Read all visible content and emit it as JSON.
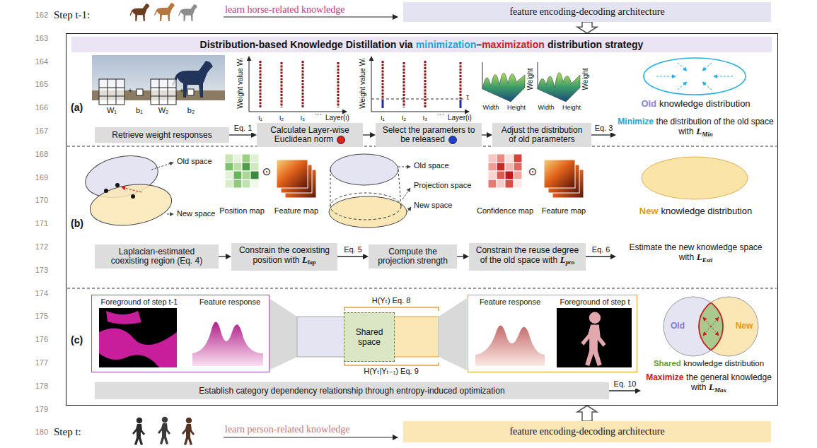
{
  "diagram": {
    "nodes": [
      {
        "text": [
          "feature encoding-decoding architecture"
        ]
      },
      {
        "text": [
          "Distribution-based Knowledge Distillation via",
          "minimization",
          "–",
          "maximization",
          "distribution strategy"
        ]
      },
      {
        "text": [
          "Retrieve weight responses"
        ],
        "in": 1
      },
      {
        "text": [
          "Calculate Layer-wise Euclidean norm"
        ],
        "in": 1
      },
      {
        "text": [
          "Select the parameters to be released"
        ],
        "in": 1
      },
      {
        "text": [
          "Adjust the distribution of old parameters"
        ],
        "in": 1
      },
      {
        "text": [
          "Old",
          "knowledge distribution",
          "Minimize",
          "the distribution of the old space with",
          "L",
          "Min"
        ],
        "in": 1
      },
      {
        "text": [
          "Laplacian-estimated coexisting region (Eq. 4)"
        ],
        "in": 1
      },
      {
        "text": [
          "Constrain the coexisting position with",
          "L",
          "lap"
        ],
        "in": 1
      },
      {
        "text": [
          "Compute the projection strength"
        ],
        "in": 1
      },
      {
        "text": [
          "Constrain the reuse degree of the old space with",
          "L",
          "pro"
        ],
        "in": 1
      },
      {
        "text": [
          "New",
          "knowledge distribution",
          "Estimate the new knowledge space with",
          "L",
          "Esti"
        ],
        "in": 1
      },
      {
        "text": [
          "Foreground of step t-1",
          "Feature response"
        ],
        "in": 1
      },
      {
        "text": [
          "Shared space"
        ],
        "in": 1
      },
      {
        "text": [
          "Feature response",
          "Foreground of step t"
        ],
        "in": 1
      },
      {
        "text": [
          "Establish category dependency relationship through entropy-induced optimization"
        ],
        "in": 1
      },
      {
        "text": [
          "Shared",
          "knowledge distribution",
          "Maximize",
          "the general knowledge with",
          "L",
          "Max"
        ],
        "in": 1
      },
      {
        "text": [
          "feature encoding-decoding architecture"
        ]
      }
    ],
    "edges": [
      {
        "from": 0,
        "to": 1,
        "arrow": "to"
      },
      {
        "from": 2,
        "to": 3,
        "arrow": "to",
        "label": "Eq. 1"
      },
      {
        "from": 3,
        "to": 4,
        "arrow": "to"
      },
      {
        "from": 4,
        "to": 5,
        "arrow": "to"
      },
      {
        "from": 5,
        "to": 6,
        "arrow": "to",
        "label": "Eq. 3"
      },
      {
        "from": 7,
        "to": 8,
        "arrow": "to"
      },
      {
        "from": 8,
        "to": 9,
        "arrow": "to",
        "label": "Eq. 5"
      },
      {
        "from": 9,
        "to": 10,
        "arrow": "to"
      },
      {
        "from": 10,
        "to": 11,
        "arrow": "to",
        "label": "Eq. 6"
      },
      {
        "from": 15,
        "to": 16,
        "arrow": "to",
        "label": "Eq. 10"
      },
      {
        "from": 17,
        "to": 1,
        "arrow": "to"
      }
    ],
    "labels": [
      "162",
      "163",
      "164",
      "165",
      "166",
      "167",
      "168",
      "169",
      "170",
      "171",
      "172",
      "173",
      "174",
      "175",
      "176",
      "177",
      "178",
      "179",
      "180",
      "Step t-1:",
      "learn horse-related knowledge",
      "(a)",
      "W₁",
      "+",
      "b₁",
      "W₂",
      "+",
      "b₂",
      "Weight value Wₗ",
      "ι₁",
      "ι₂",
      "ι₃",
      "···",
      "Layer(ι)",
      "Weight value Wₗ",
      "ι₁",
      "ι₂",
      "ι₃",
      "···",
      "Layer(ι)",
      "τ",
      "Weight",
      "Width",
      "Height",
      "Weight",
      "Width",
      "Height",
      "(b)",
      "Old space",
      "New space",
      "⊙",
      "Position map",
      "Feature map",
      "Old space",
      "Projection space",
      "New space",
      "⊙",
      "Confidence map",
      "Feature map",
      "(c)",
      "H(Yₜ) Eq. 8",
      "H(Yₜ|Yₜ₋₁) Eq. 9",
      "Old",
      "New",
      "Step t:",
      "learn person-related knowledge"
    ]
  }
}
